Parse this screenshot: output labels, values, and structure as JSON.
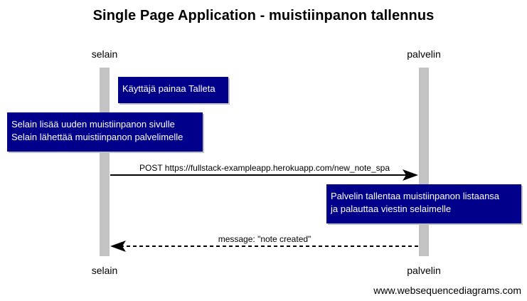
{
  "title": "Single Page Application - muistiinpanon tallennus",
  "participants": {
    "selain": "selain",
    "palvelin": "palvelin"
  },
  "notes": {
    "user_click": [
      "Käyttäjä painaa Talleta"
    ],
    "browser_action": [
      "Selain lisää uuden muistiinpanon sivulle",
      "Selain lähettää muistiinpanon palvelimelle"
    ],
    "server_action": [
      "Palvelin tallentaa muistiinpanon listaansa",
      "ja palauttaa viestin selaimelle"
    ]
  },
  "messages": [
    {
      "from": "selain",
      "to": "palvelin",
      "label": "POST https://fullstack-exampleapp.herokuapp.com/new_note_spa",
      "style": "solid"
    },
    {
      "from": "palvelin",
      "to": "selain",
      "label": "message: \"note created\"",
      "style": "dashed"
    }
  ],
  "watermark": "www.websequencediagrams.com",
  "colors": {
    "note_fill": "#00008b",
    "note_text": "#ffffff",
    "lifeline": "#c3c3c3",
    "arrow": "#000000"
  }
}
